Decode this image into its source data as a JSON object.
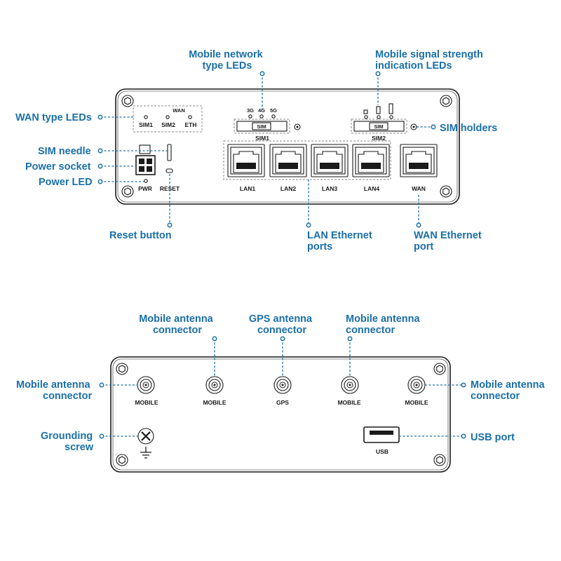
{
  "front_panel": {
    "callouts": {
      "mobile_network_leds": [
        "Mobile network",
        "type LEDs"
      ],
      "signal_strength_leds": [
        "Mobile signal strength",
        "indication LEDs"
      ],
      "wan_type_leds": "WAN type LEDs",
      "sim_holders": "SIM holders",
      "sim_needle": "SIM needle",
      "power_socket": "Power socket",
      "power_led": "Power LED",
      "reset_button": "Reset button",
      "lan_ports": [
        "LAN Ethernet",
        "ports"
      ],
      "wan_port": [
        "WAN Ethernet",
        "port"
      ]
    },
    "labels": {
      "wan": "WAN",
      "sim1_led": "SIM1",
      "sim2_led": "SIM2",
      "eth_led": "ETH",
      "net_3g": "3G",
      "net_4g": "4G",
      "net_5g": "5G",
      "sim_slot_1": "SIM",
      "sim_slot_2": "SIM",
      "sim1": "SIM1",
      "sim2": "SIM2",
      "pwr": "PWR",
      "reset": "RESET",
      "lan1": "LAN1",
      "lan2": "LAN2",
      "lan3": "LAN3",
      "lan4": "LAN4",
      "wan_port": "WAN"
    }
  },
  "back_panel": {
    "callouts": {
      "mobile_antenna_top_left": [
        "Mobile antenna",
        "connector"
      ],
      "gps_antenna": [
        "GPS antenna",
        "connector"
      ],
      "mobile_antenna_top_right": [
        "Mobile antenna",
        "connector"
      ],
      "mobile_antenna_left": [
        "Mobile antenna",
        "connector"
      ],
      "mobile_antenna_right": [
        "Mobile antenna",
        "connector"
      ],
      "grounding_screw": [
        "Grounding",
        "screw"
      ],
      "usb_port": "USB port"
    },
    "labels": {
      "connector_1": "MOBILE",
      "connector_2": "MOBILE",
      "connector_3": "GPS",
      "connector_4": "MOBILE",
      "connector_5": "MOBILE",
      "usb": "USB"
    }
  },
  "colors": {
    "callout": "#1a6fa8",
    "ink": "#1a1a1a"
  }
}
